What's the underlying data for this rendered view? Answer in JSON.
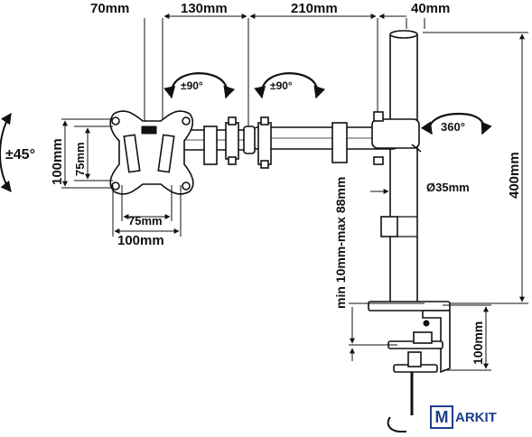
{
  "dimensions": {
    "top_70": "70mm",
    "top_130": "130mm",
    "top_210": "210mm",
    "top_40": "40mm",
    "height_400": "400mm",
    "pole_diameter": "Ø35mm",
    "clamp_range": "min 10mm-max 88mm",
    "clamp_100": "100mm",
    "vesa_h_75": "75mm",
    "vesa_h_100": "100mm",
    "vesa_v_75": "75mm",
    "vesa_v_100": "100mm"
  },
  "rotations": {
    "tilt": "±45°",
    "swivel_1": "±90°",
    "swivel_2": "±90°",
    "rotate_pole": "360°"
  },
  "logo": {
    "letter": "M",
    "rest": "ARKIT"
  },
  "colors": {
    "line": "#111111",
    "logo": "#1e3f8f"
  }
}
